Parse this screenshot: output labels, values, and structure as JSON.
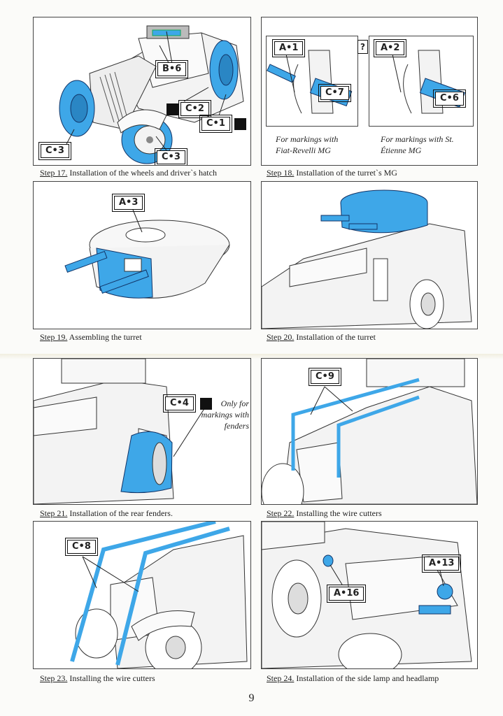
{
  "steps": [
    {
      "num": "Step 17.",
      "text": " Installation of the wheels and driver`s hatch"
    },
    {
      "num": "Step 18.",
      "text": " Installation of the turret`s MG"
    },
    {
      "num": "Step 19.",
      "text": " Assembling the turret"
    },
    {
      "num": "Step 20.",
      "text": " Installation of the turret"
    },
    {
      "num": "Step 21.",
      "text": " Installation of the rear fenders."
    },
    {
      "num": "Step 22.",
      "text": " Installing the wire cutters"
    },
    {
      "num": "Step 23.",
      "text": " Installing the wire cutters"
    },
    {
      "num": "Step 24.",
      "text": " Installation of the side lamp and headlamp"
    }
  ],
  "parts": {
    "b6": "B•6",
    "c2": "C•2",
    "c1": "C•1",
    "c3a": "C•3",
    "c3b": "C•3",
    "a1": "A•1",
    "a2": "A•2",
    "c7": "C•7",
    "c6": "C•6",
    "q": "?",
    "a3": "A•3",
    "c4": "C•4",
    "c9": "C•9",
    "c8": "C•8",
    "a13": "A•13",
    "a16": "A•16"
  },
  "notes": {
    "fiat": "For markings with Fiat-Revelli MG",
    "etienne": "For markings with St. Étienne MG",
    "only": "Only for markings with fenders"
  },
  "page_number": "9",
  "colors": {
    "highlight": "#3ea7e8",
    "line": "#222222"
  }
}
